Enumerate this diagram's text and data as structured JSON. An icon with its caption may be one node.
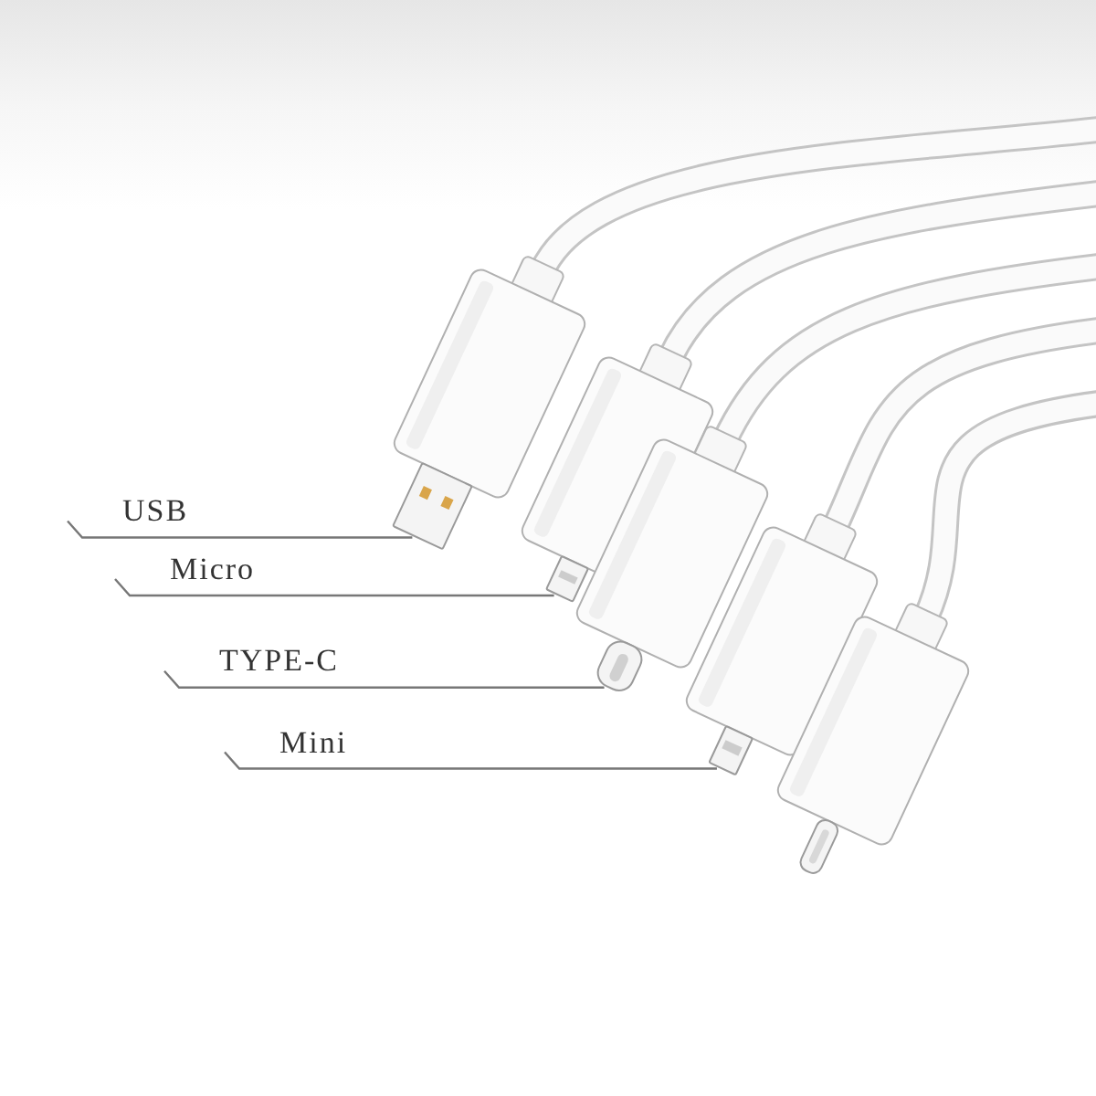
{
  "diagram": {
    "nodes": [
      {
        "text": [
          "USB"
        ]
      },
      {
        "text": [],
        "shape": "box"
      },
      {
        "text": [
          "Micro"
        ]
      },
      {
        "text": [],
        "shape": "box"
      },
      {
        "text": [
          "TYPE-C"
        ]
      },
      {
        "text": [],
        "shape": "box"
      },
      {
        "text": [
          "Mini"
        ]
      },
      {
        "text": [],
        "shape": "box"
      },
      {
        "text": [],
        "shape": "box"
      }
    ],
    "edges": [
      {
        "from": 0,
        "to": 1,
        "arrow": "none"
      },
      {
        "from": 2,
        "to": 3,
        "arrow": "none"
      },
      {
        "from": 4,
        "to": 5,
        "arrow": "none"
      },
      {
        "from": 6,
        "to": 7,
        "arrow": "none"
      }
    ]
  }
}
